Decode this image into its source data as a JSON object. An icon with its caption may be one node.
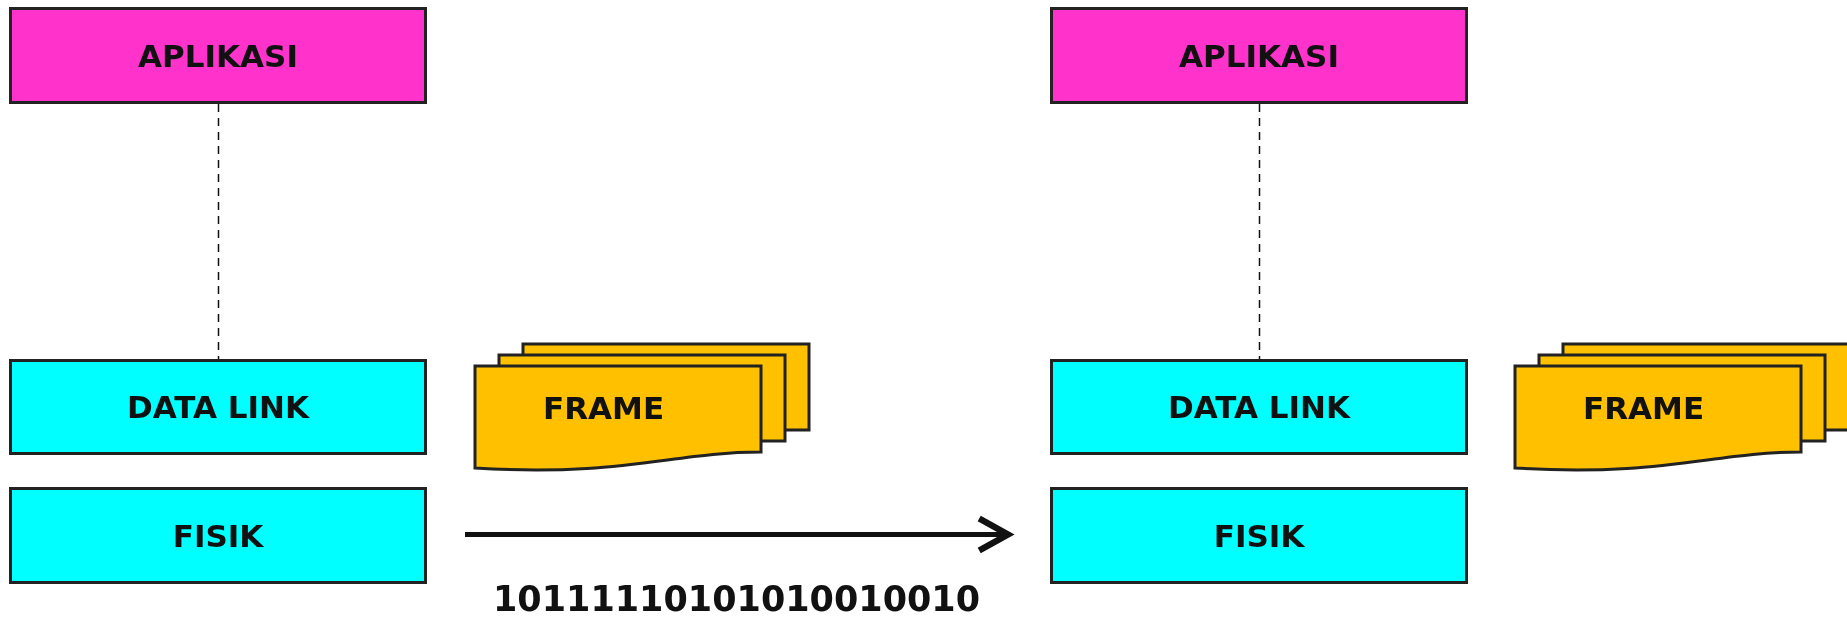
{
  "diagram": {
    "nodes": [
      {
        "text": [
          "APLIKASI"
        ]
      },
      {
        "text": [
          "DATA LINK"
        ]
      },
      {
        "text": [
          "FISIK"
        ]
      },
      {
        "text": [
          "FRAME"
        ]
      },
      {
        "text": [
          "APLIKASI"
        ]
      },
      {
        "text": [
          "DATA LINK"
        ]
      },
      {
        "text": [
          "FISIK"
        ]
      },
      {
        "text": [
          "FRAME"
        ]
      }
    ],
    "edges": [
      {
        "from": 0,
        "to": 1,
        "arrow": "none",
        "style": "dashed"
      },
      {
        "from": 4,
        "to": 5,
        "arrow": "none",
        "style": "dashed"
      },
      {
        "from": 2,
        "to": 6,
        "arrow": "to",
        "style": "thick",
        "label": "10111110101010010010"
      }
    ]
  }
}
